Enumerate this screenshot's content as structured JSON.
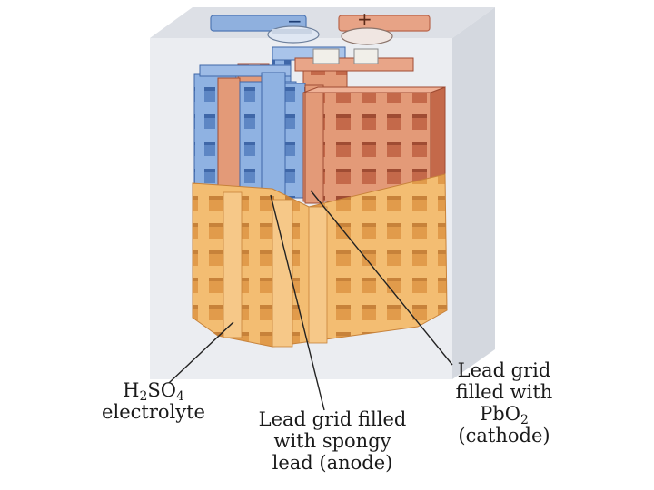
{
  "diagram": {
    "terminals": {
      "negative_symbol": "−",
      "positive_symbol": "+"
    },
    "labels": {
      "electrolyte": {
        "formula_h": "H",
        "formula_h_sub": "2",
        "formula_so": "SO",
        "formula_o_sub": "4",
        "line2": "electrolyte"
      },
      "anode": {
        "line1": "Lead grid filled",
        "line2": "with spongy",
        "line3": "lead (anode)"
      },
      "cathode": {
        "line1": "Lead grid",
        "line2": "filled with",
        "line3_pb": "PbO",
        "line3_sub": "2",
        "line4": "(cathode)"
      }
    },
    "colors": {
      "anode_plate": "#7ea6dd",
      "cathode_plate": "#d98866",
      "electrolyte": "#f0b566",
      "casing": "#e7e9ee",
      "leader_lines": "#222222"
    }
  }
}
